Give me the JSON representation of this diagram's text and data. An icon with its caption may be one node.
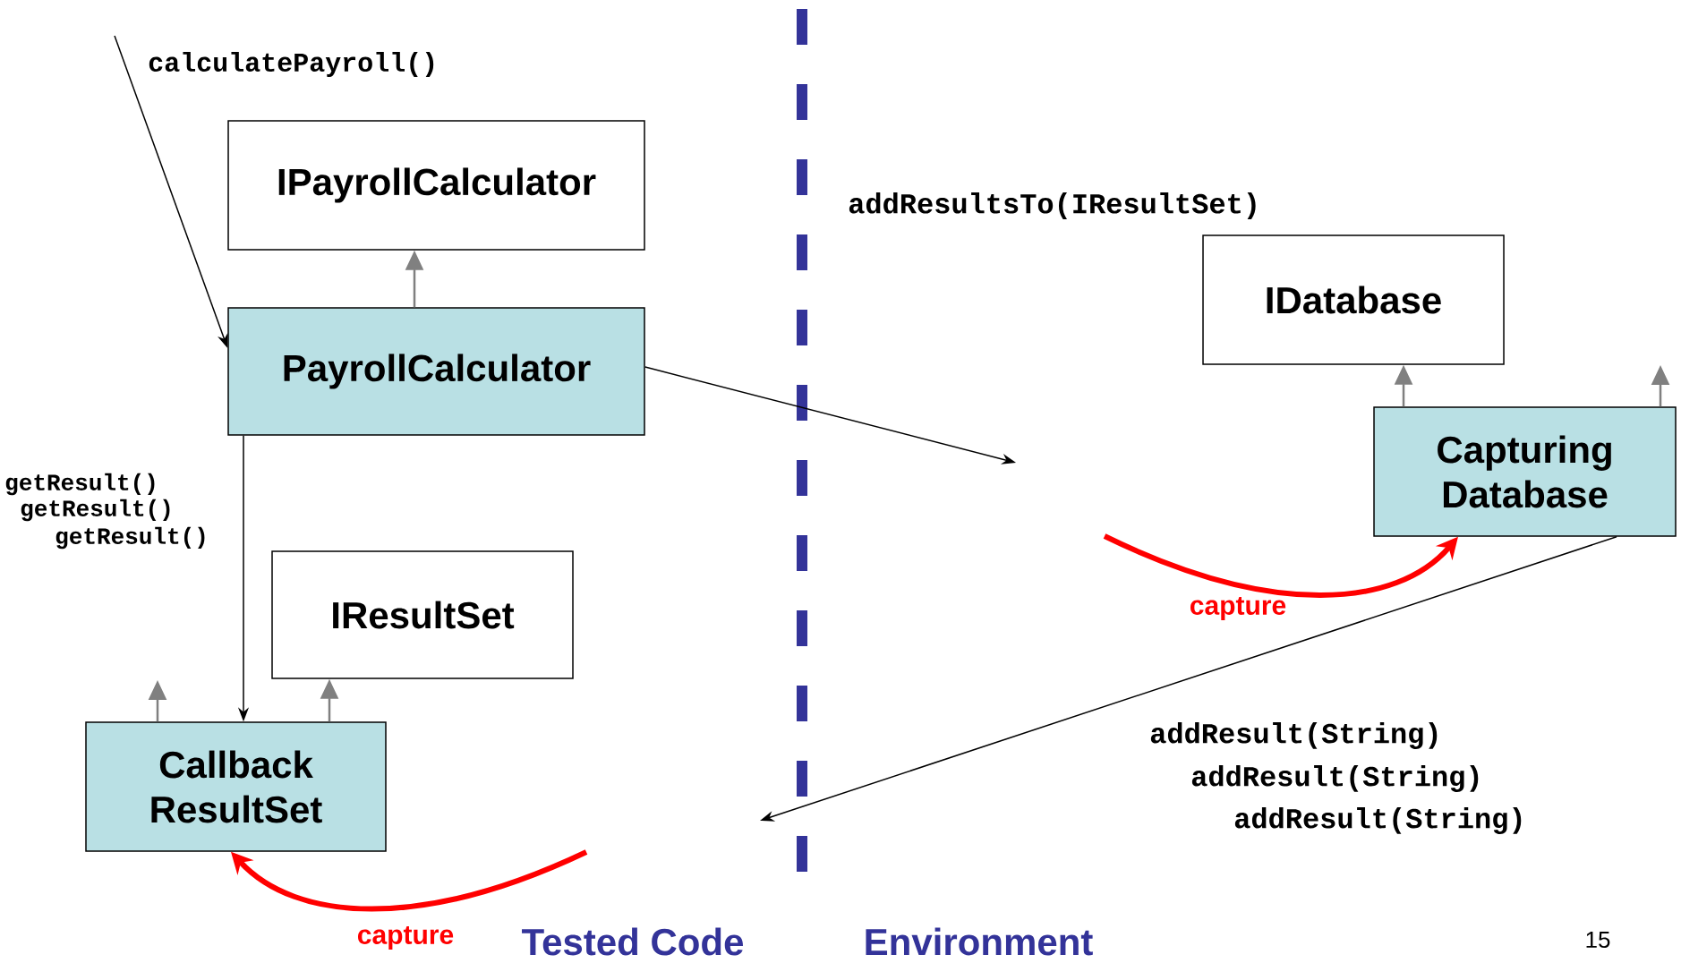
{
  "diagram": {
    "nodes": [
      {
        "text": [
          "IPayrollCalculator"
        ]
      },
      {
        "text": [
          "PayrollCalculator"
        ]
      },
      {
        "text": [
          "IDatabase"
        ]
      },
      {
        "text": [
          "Capturing Database"
        ]
      },
      {
        "text": [
          "IResultSet"
        ]
      },
      {
        "text": [
          "Callback ResultSet"
        ]
      }
    ],
    "edges": [
      {
        "from": null,
        "to": 1,
        "arrow": "to",
        "label": "calculatePayroll()",
        "color": "#000000"
      },
      {
        "from": 1,
        "to": 0,
        "arrow": "to"
      },
      {
        "from": 1,
        "to": null,
        "arrow": "to",
        "color": "#000000"
      },
      {
        "from": 1,
        "to": 5,
        "arrow": "to",
        "color": "#000000"
      },
      {
        "from": 3,
        "to": 2,
        "arrow": "to"
      },
      {
        "from": 3,
        "to": null,
        "arrow": "to"
      },
      {
        "from": 5,
        "to": null,
        "arrow": "to"
      },
      {
        "from": 5,
        "to": 4,
        "arrow": "to"
      },
      {
        "from": 3,
        "to": null,
        "arrow": "to",
        "color": "#000000"
      },
      {
        "from": null,
        "to": 3,
        "arrow": "to",
        "label": "capture",
        "style": "thick",
        "color": "#ff0000"
      },
      {
        "from": null,
        "to": 5,
        "arrow": "to",
        "label": "capture",
        "style": "thick",
        "color": "#ff0000"
      }
    ],
    "labels": [
      "addResultsTo(IResultSet)",
      "getResult()",
      "getResult()",
      "getResult()",
      "addResult(String)",
      "addResult(String)",
      "addResult(String)",
      "Tested Code",
      "Environment",
      "15"
    ]
  }
}
